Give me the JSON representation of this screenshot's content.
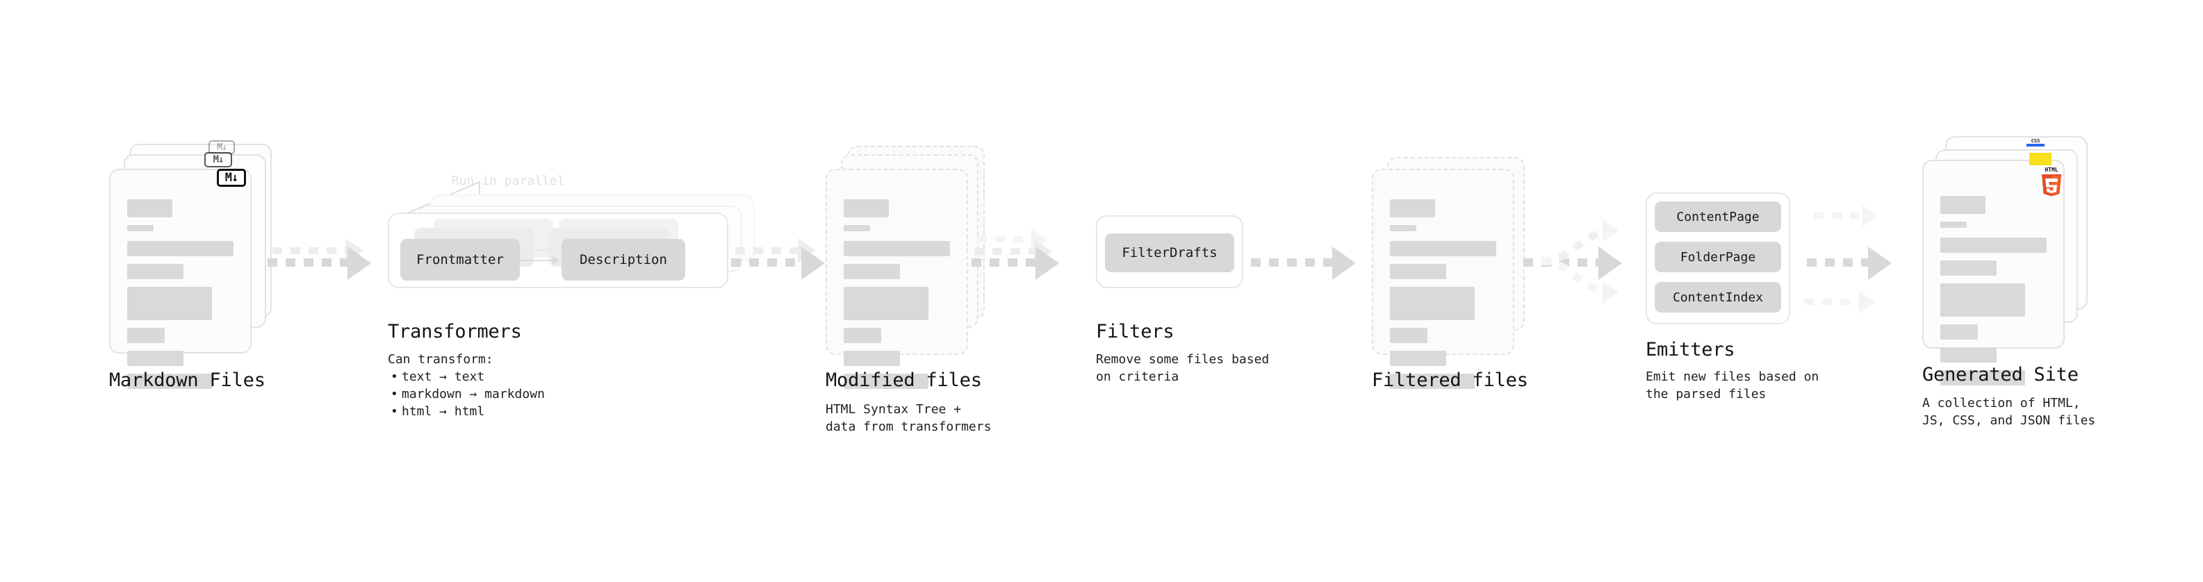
{
  "diagram": {
    "kind": "pipeline-flow-diagram",
    "background": "#ffffff",
    "accent_colors": {
      "placeholder_bar": "#d9d9d9",
      "card_border": "#e2e2e2",
      "chip": "#d8d8d8",
      "connector": "#d8d8d8",
      "html5": "#e44d26",
      "js": "#f7df1e",
      "css": "#2965f1"
    }
  },
  "stages": [
    {
      "id": "markdown-files",
      "title": "Markdown Files",
      "description": "",
      "badge": "M↓",
      "badge_name": "markdown-badge",
      "card_count": 3,
      "border": "solid"
    },
    {
      "id": "transformers",
      "title": "Transformers",
      "description": "Can transform:",
      "parallel_label": "Run in parallel",
      "bullets": [
        "text → text",
        "markdown → markdown",
        "html → html"
      ],
      "chips": [
        "Frontmatter",
        "Description"
      ],
      "card_count": 3
    },
    {
      "id": "modified-files",
      "title": "Modified files",
      "description": "HTML Syntax Tree +\ndata from transformers",
      "card_count": 3,
      "border": "dashed"
    },
    {
      "id": "filters",
      "title": "Filters",
      "description": "Remove some files based\non criteria",
      "chips": [
        "FilterDrafts"
      ],
      "card_count": 1
    },
    {
      "id": "filtered-files",
      "title": "Filtered files",
      "description": "",
      "card_count": 2,
      "border": "dashed"
    },
    {
      "id": "emitters",
      "title": "Emitters",
      "description": "Emit new files based on\nthe parsed files",
      "chips": [
        "ContentPage",
        "FolderPage",
        "ContentIndex"
      ],
      "card_count": 1
    },
    {
      "id": "generated-site",
      "title": "Generated Site",
      "description": "A collection of HTML,\nJS, CSS, and JSON files",
      "badges": [
        "HTML5",
        "JS",
        "CSS"
      ],
      "card_count": 3,
      "border": "solid"
    }
  ],
  "badges": {
    "html5_top": "HTML",
    "html5_num": "5",
    "css_text": "CSS"
  },
  "connectors": [
    {
      "from": "markdown-files",
      "to": "transformers",
      "style": "dotted",
      "lanes": 2
    },
    {
      "from": "transformers",
      "to": "modified-files",
      "style": "dotted",
      "lanes": 2
    },
    {
      "from": "modified-files",
      "to": "filters",
      "style": "dotted",
      "lanes": 3
    },
    {
      "from": "filters",
      "to": "filtered-files",
      "style": "dotted",
      "lanes": 1
    },
    {
      "from": "filtered-files",
      "to": "emitters",
      "style": "dotted-fanout",
      "lanes": 3
    },
    {
      "from": "emitters",
      "to": "generated-site",
      "style": "dotted",
      "lanes": 3
    }
  ]
}
